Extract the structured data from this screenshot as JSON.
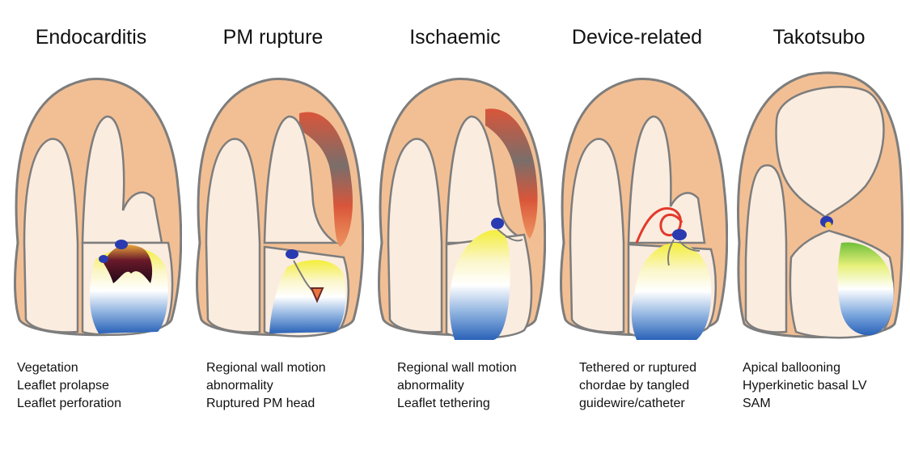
{
  "panels": [
    {
      "title": "Endocarditis",
      "lines": [
        "Vegetation",
        "Leaflet prolapse",
        "Leaflet perforation"
      ]
    },
    {
      "title": "PM rupture",
      "lines": [
        "Regional wall motion",
        "abnormality",
        "Ruptured PM head"
      ]
    },
    {
      "title": "Ischaemic",
      "lines": [
        "Regional wall motion",
        "abnormality",
        "Leaflet tethering"
      ]
    },
    {
      "title": "Device-related",
      "lines": [
        "Tethered or ruptured",
        "chordae by tangled",
        "guidewire/catheter"
      ]
    },
    {
      "title": "Takotsubo",
      "lines": [
        "Apical ballooning",
        "Hyperkinetic basal LV",
        "SAM"
      ]
    }
  ],
  "colors": {
    "myocardium": "#f2bf94",
    "chamber": "#fbece0",
    "outline": "#7d7d7d",
    "ischemia": "#d9553a",
    "jet_blue": "#2a62b8",
    "jet_yellow": "#f3ee3a",
    "wire": "#e23a2a"
  }
}
